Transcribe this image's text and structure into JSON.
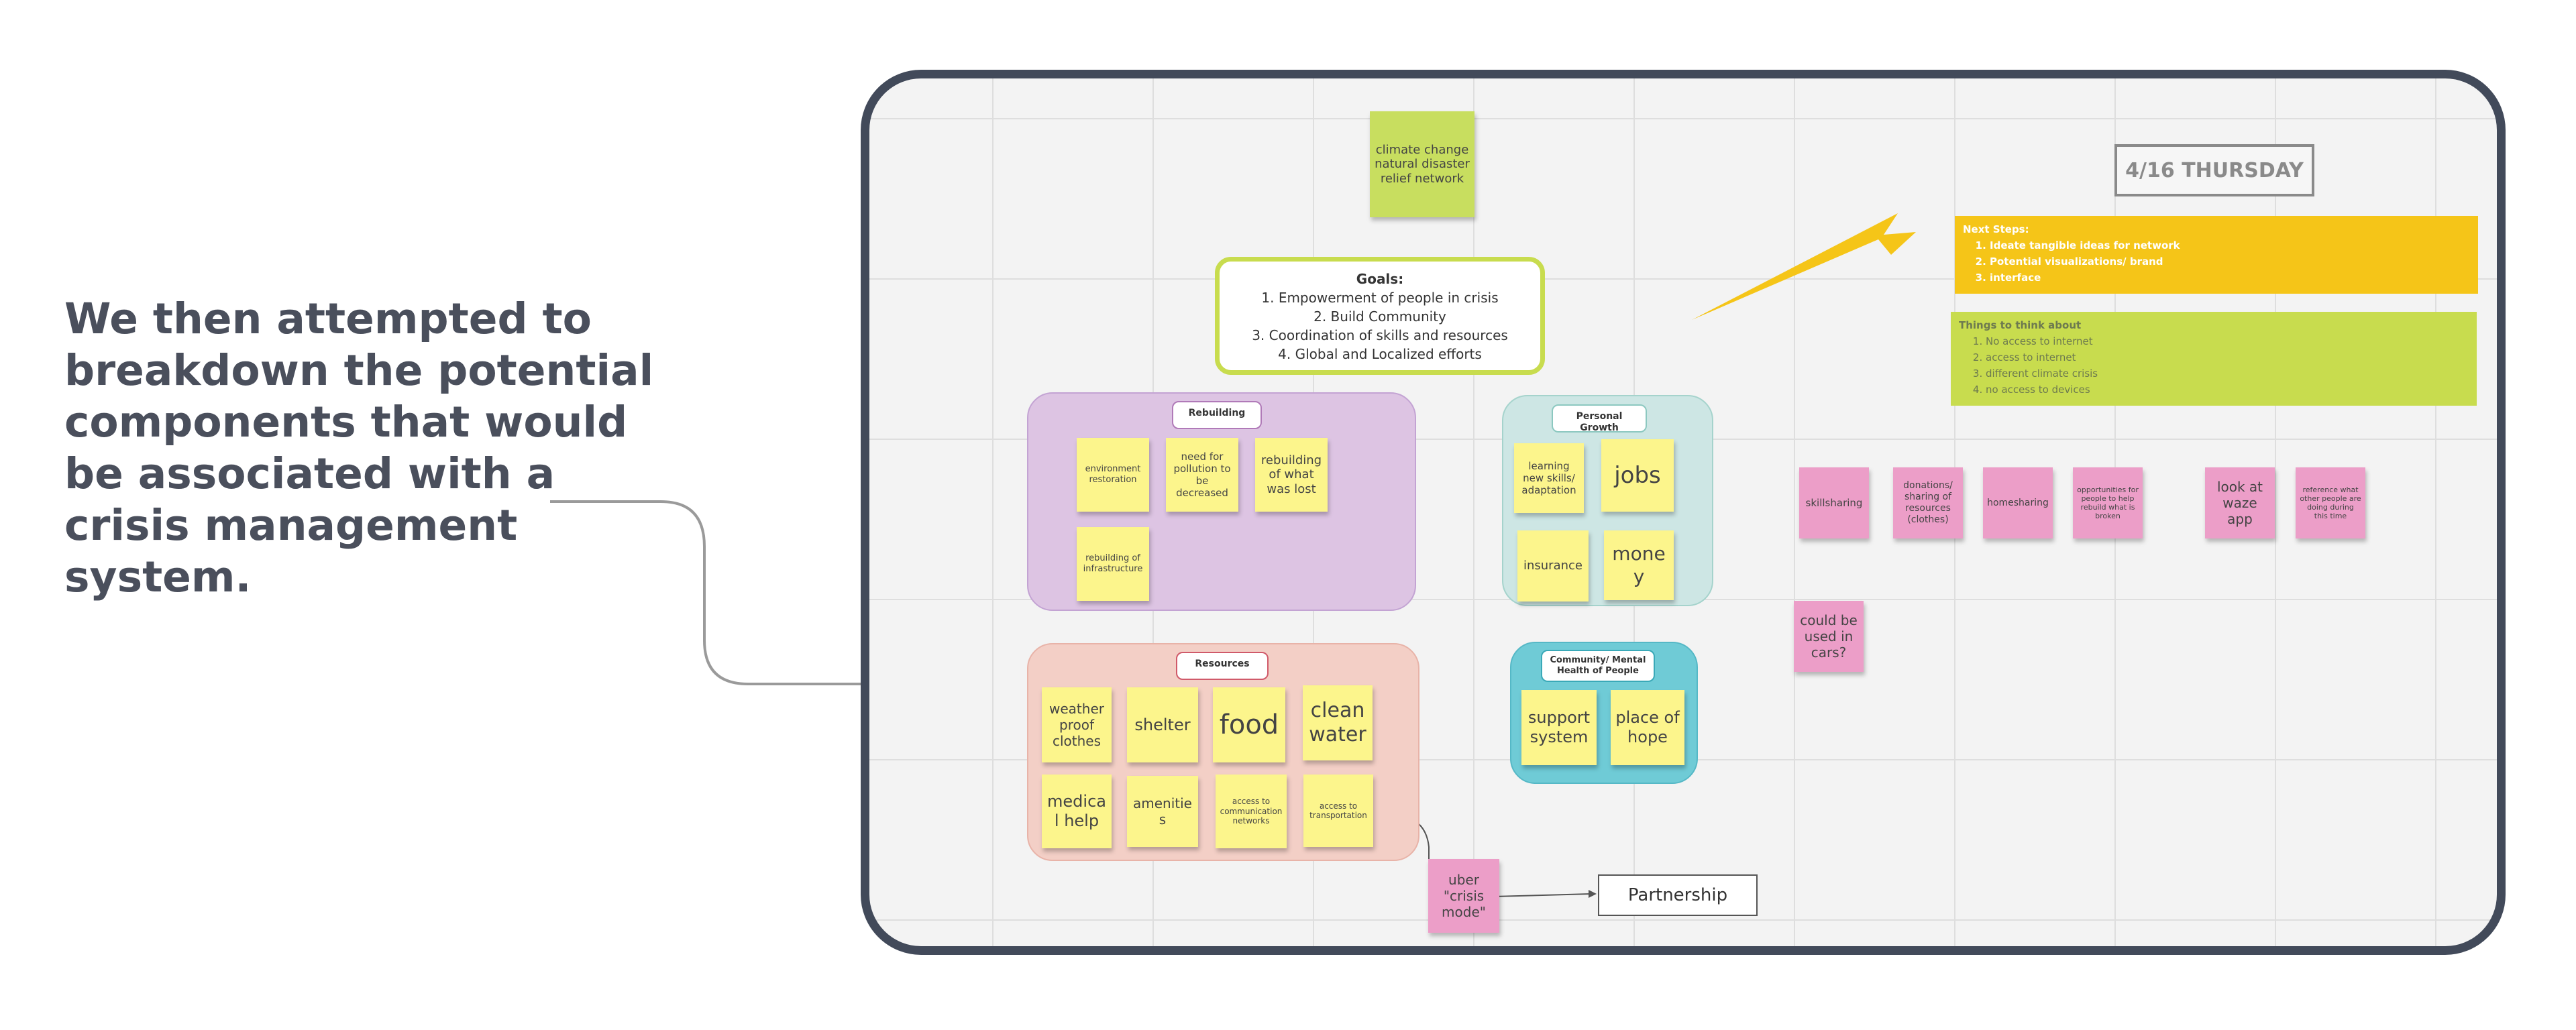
{
  "slide": {
    "headline": "We then attempted to breakdown the potential components that would be associated with a crisis management system."
  },
  "board": {
    "title_sticky": "climate change natural disaster relief network",
    "goals": {
      "heading": "Goals:",
      "items": [
        "1. Empowerment of people in crisis",
        "2. Build Community",
        "3. Coordination of skills and resources",
        "4. Global and Localized efforts"
      ]
    },
    "date_label": "4/16 THURSDAY",
    "next_steps": {
      "heading": "Next Steps:",
      "items": [
        "Ideate tangible ideas for network",
        "Potential visualizations/ brand",
        "interface"
      ]
    },
    "things_to_think": {
      "heading": "Things to think about",
      "items": [
        "No access to internet",
        "access to internet",
        "different climate crisis",
        "no access to devices"
      ]
    },
    "groups": {
      "rebuilding": {
        "title": "Rebuilding",
        "notes": [
          "environment restoration",
          "need for pollution to be decreased",
          "rebuilding of what was lost",
          "rebuilding of infrastructure"
        ]
      },
      "personal_growth": {
        "title": "Personal Growth",
        "notes": [
          "learning new skills/ adaptation",
          "jobs",
          "insurance",
          "money"
        ]
      },
      "resources": {
        "title": "Resources",
        "notes": [
          "weather proof clothes",
          "shelter",
          "food",
          "clean water",
          "medical help",
          "amenities",
          "access to communication networks",
          "access to transportation"
        ]
      },
      "community": {
        "title": "Community/ Mental Health of People",
        "notes": [
          "support system",
          "place of hope"
        ]
      }
    },
    "pink_notes": [
      "skillsharing",
      "donations/ sharing of resources (clothes)",
      "homesharing",
      "opportunities for people to help rebuild what is broken",
      "look at waze app",
      "reference what other people are doing during this time",
      "could be used in cars?"
    ],
    "uber_note": "uber \"crisis mode\"",
    "partnership": "Partnership",
    "colors": {
      "frame": "#424a5a",
      "sticky_yellow": "#fcf58c",
      "sticky_green": "#c8de5f",
      "sticky_pink": "#ec9ec8",
      "arrow": "#f5c518",
      "next_steps_bg": "#f5c518",
      "think_bg": "#c8dc4e"
    }
  }
}
